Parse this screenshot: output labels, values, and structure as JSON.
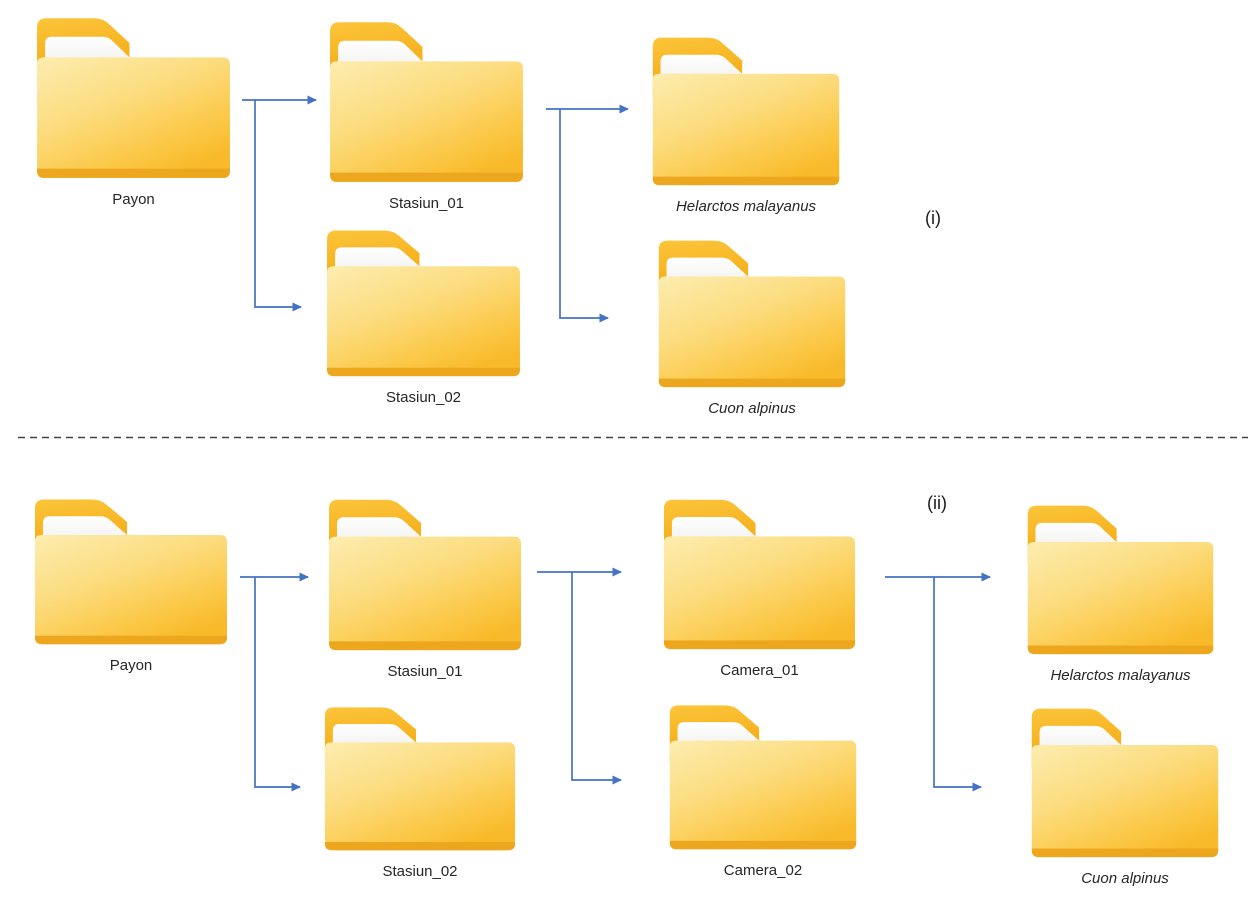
{
  "diagram": {
    "background": "#ffffff",
    "connector_color": "#4472C4",
    "divider_color": "#454545",
    "folder_colors": {
      "tab": "#F6B01B",
      "body_light": "#FDEDB0",
      "body_dark": "#F8BA2B",
      "paper": "#FFFFFF"
    },
    "sections": [
      {
        "marker": "(i)",
        "folders": [
          {
            "label": "Payon"
          },
          {
            "label": "Stasiun_01"
          },
          {
            "label": "Stasiun_02"
          },
          {
            "label": "Helarctos malayanus"
          },
          {
            "label": "Cuon alpinus"
          }
        ]
      },
      {
        "marker": "(ii)",
        "folders": [
          {
            "label": "Payon"
          },
          {
            "label": "Stasiun_01"
          },
          {
            "label": "Stasiun_02"
          },
          {
            "label": "Camera_01"
          },
          {
            "label": "Camera_02"
          },
          {
            "label": "Helarctos malayanus"
          },
          {
            "label": "Cuon alpinus"
          }
        ]
      }
    ]
  }
}
